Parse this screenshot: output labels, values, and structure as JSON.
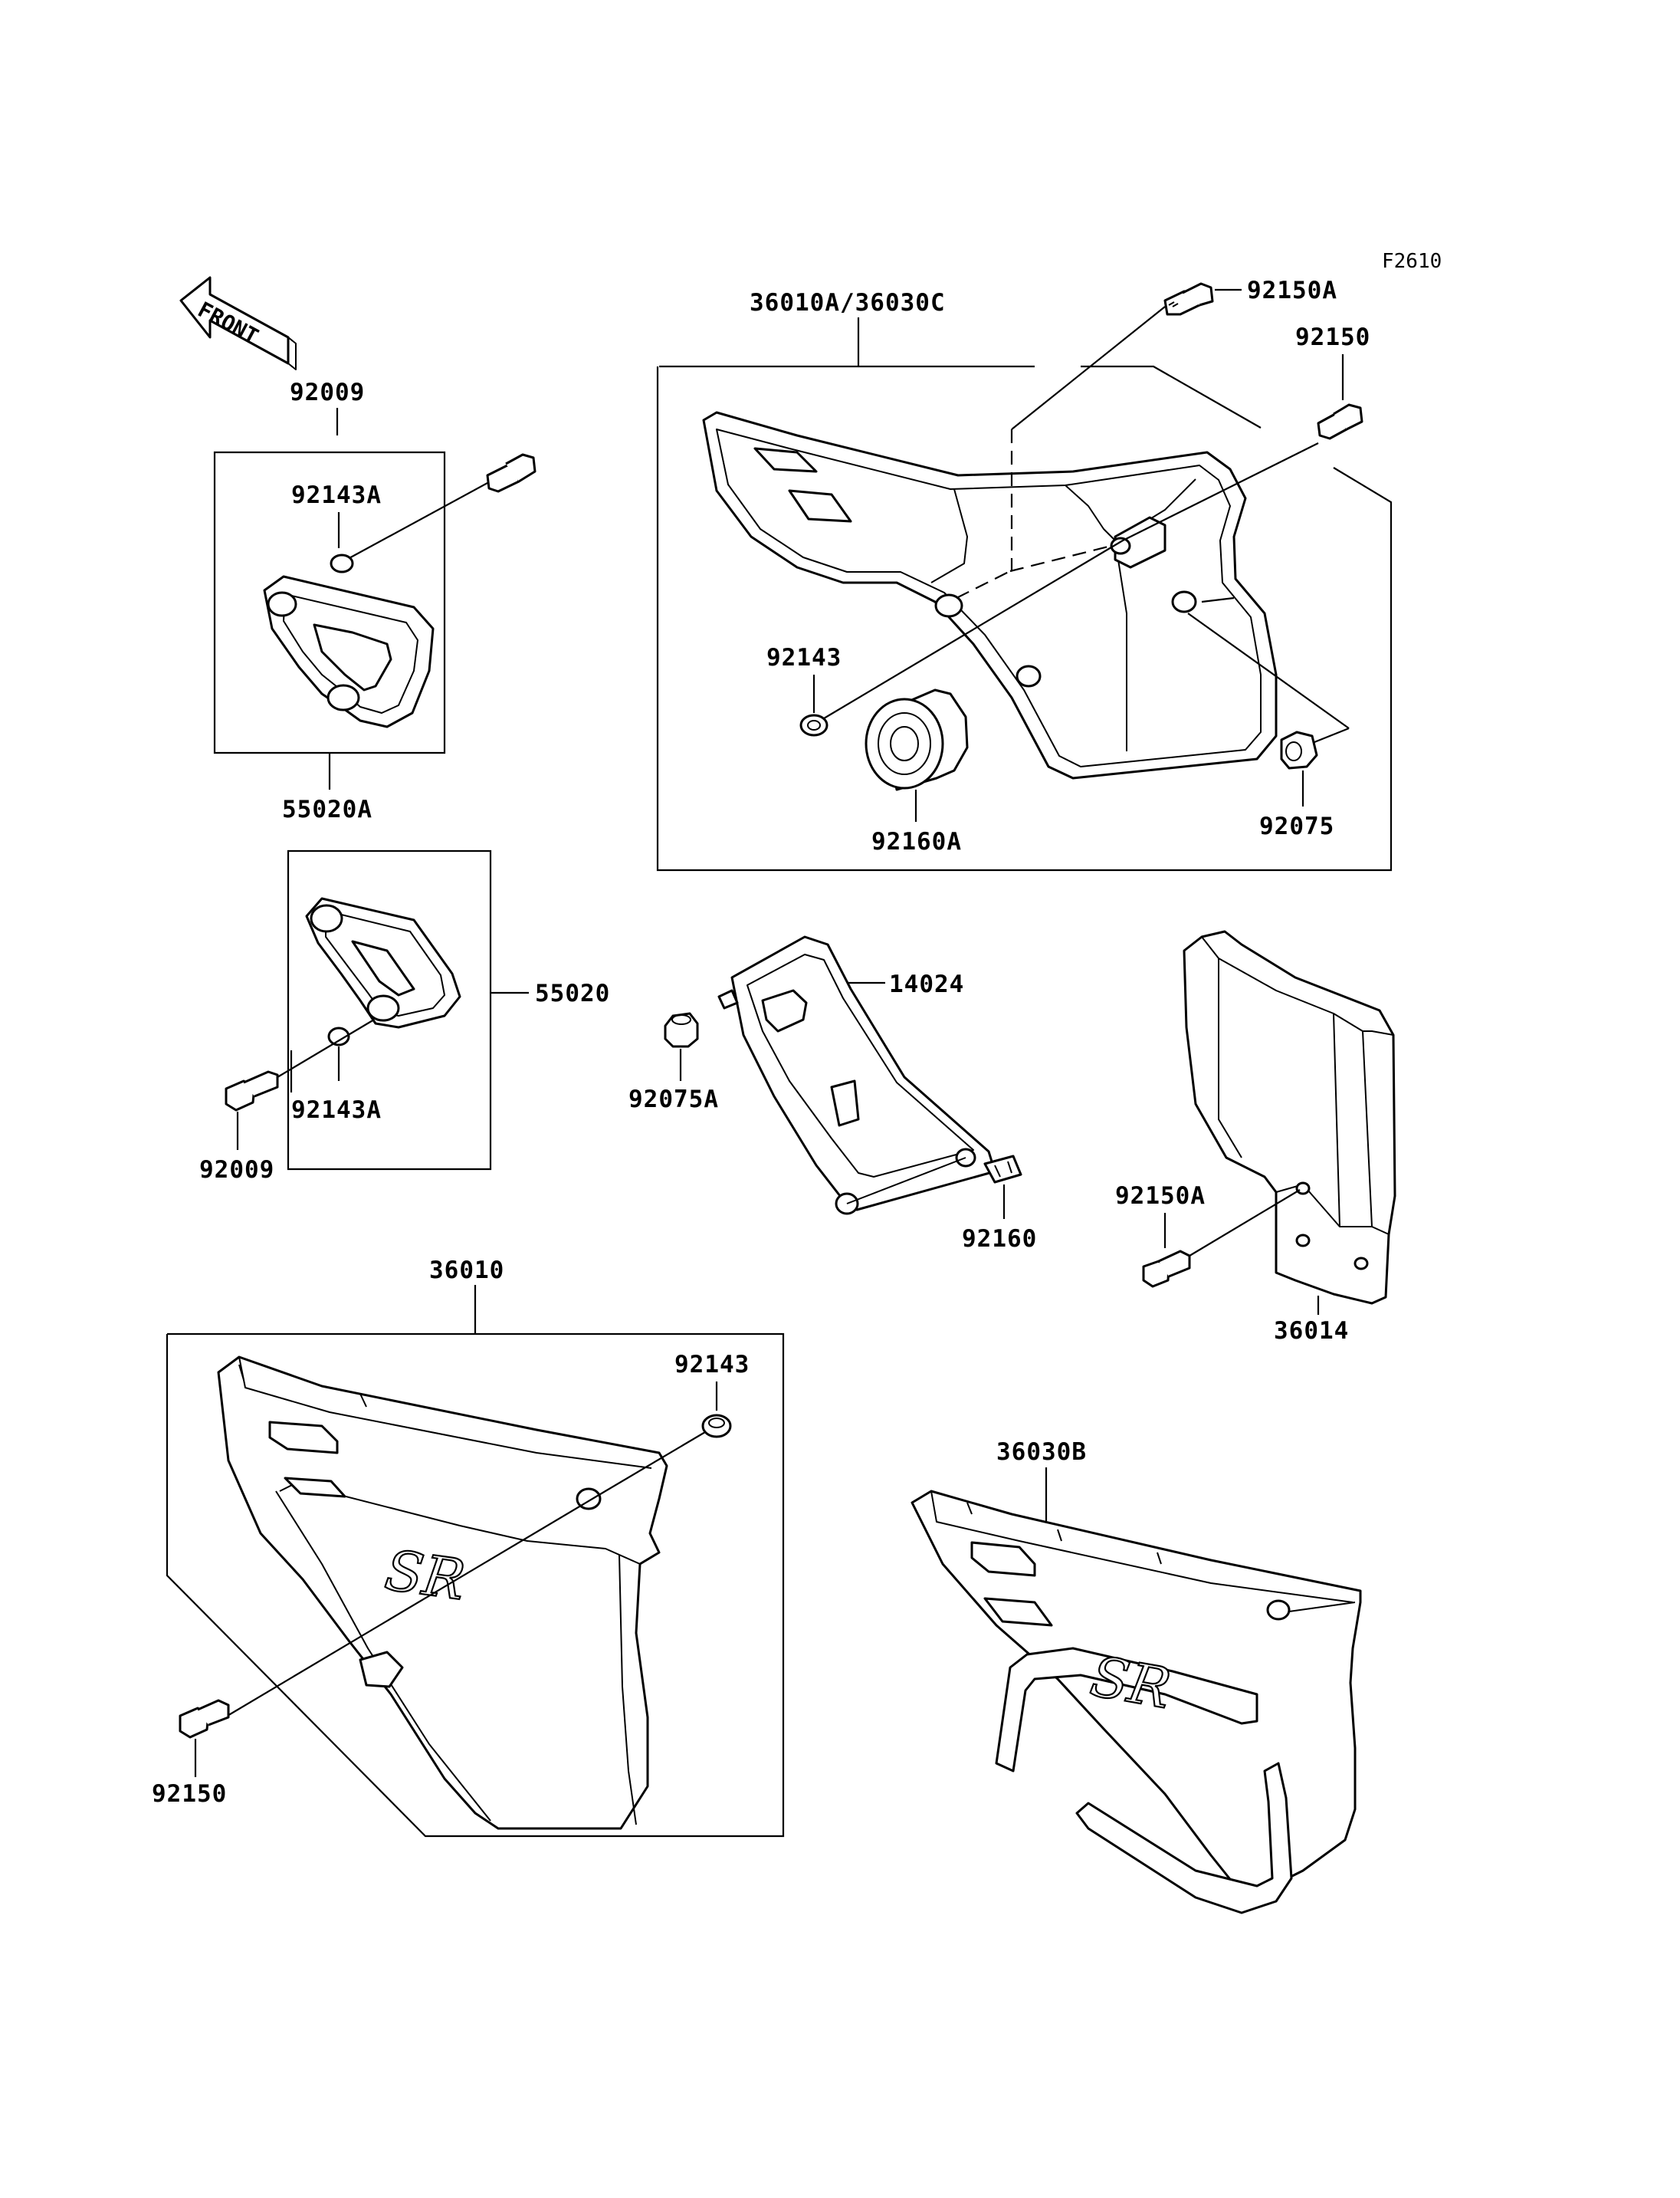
{
  "figure_code": "F2610",
  "front_label": "FRONT",
  "logo_text": "SR",
  "labels": {
    "p36010A_36030C": "36010A/36030C",
    "p92150A_top": "92150A",
    "p92150_top": "92150",
    "p92009_top": "92009",
    "p92143A_top": "92143A",
    "p55020A": "55020A",
    "p92143_top": "92143",
    "p92160A": "92160A",
    "p92075": "92075",
    "p55020": "55020",
    "p92143A_bottom": "92143A",
    "p92009_bottom": "92009",
    "p14024": "14024",
    "p92075A": "92075A",
    "p92160": "92160",
    "p92150A_right": "92150A",
    "p36014": "36014",
    "p36010": "36010",
    "p92143_bottom": "92143",
    "p92150_bottom": "92150",
    "p36030B": "36030B"
  }
}
